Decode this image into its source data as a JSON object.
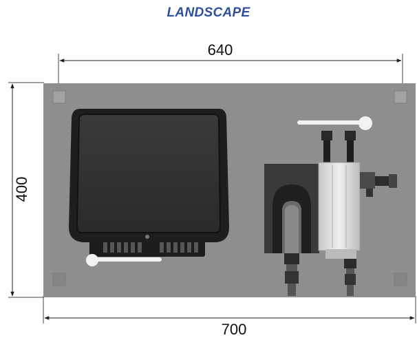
{
  "title": "LANDSCAPE",
  "dimensions": {
    "top_width": "640",
    "bottom_width": "700",
    "height": "400"
  },
  "colors": {
    "title": "#2d4f9e",
    "panel": "#8e8e8e",
    "monitor": "#1e1e1e",
    "pump_housing": "#3a3a3a",
    "clear_manifold": "#d8d8d8"
  },
  "components": {
    "mounting_holes": [
      "mount-hole-top-left",
      "mount-hole-top-right",
      "mount-hole-bottom-left",
      "mount-hole-bottom-right"
    ],
    "controller_icon": "monitor-icon",
    "pump_icon": "peristaltic-pump-icon",
    "manifold_icon": "flow-manifold-icon"
  }
}
